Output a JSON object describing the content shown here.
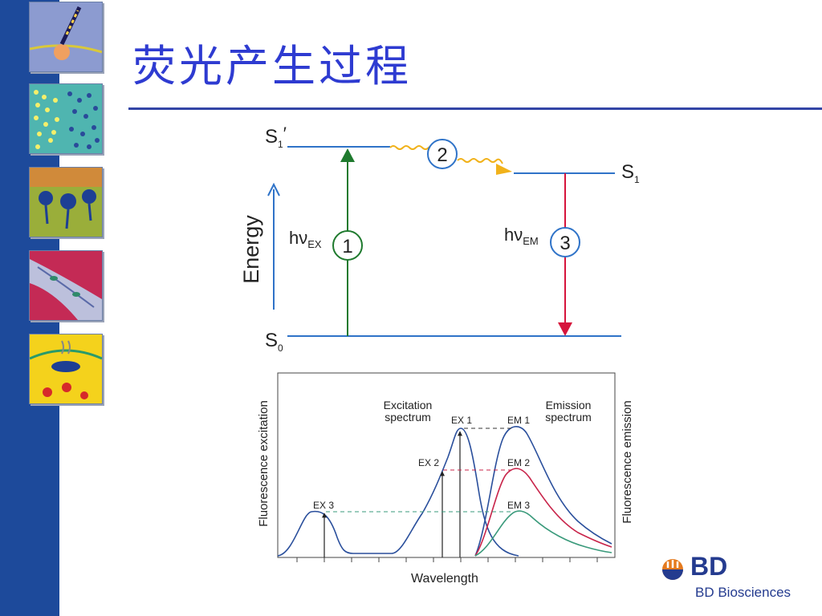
{
  "title": "荧光产生过程",
  "colors": {
    "title": "#2e3bd1",
    "sidebar": "#1d4a9b",
    "level_line": "#2f73c8",
    "excitation_arrow": "#1f7a2e",
    "emission_arrow": "#d6143c",
    "vibration_wave": "#f1b21b",
    "spectrum_blue": "#2a4f9c",
    "spectrum_red": "#c8244a",
    "spectrum_green": "#3a9a7b"
  },
  "jablonski": {
    "levels": {
      "s1_prime": "S",
      "s1_prime_sub": "1",
      "s1_prime_mark": "′",
      "s1": "S",
      "s1_sub": "1",
      "s0": "S",
      "s0_sub": "0"
    },
    "energy_label": "Energy",
    "steps": {
      "one": "1",
      "two": "2",
      "three": "3"
    },
    "hv_ex": "hν",
    "hv_ex_sub": "EX",
    "hv_em": "hν",
    "hv_em_sub": "EM"
  },
  "spectrum": {
    "y_left_label": "Fluorescence excitation",
    "y_right_label": "Fluorescence emission",
    "x_label": "Wavelength",
    "excitation_label_1": "Excitation",
    "excitation_label_2": "spectrum",
    "emission_label_1": "Emission",
    "emission_label_2": "spectrum",
    "ex1": "EX 1",
    "ex2": "EX 2",
    "ex3": "EX 3",
    "em1": "EM 1",
    "em2": "EM 2",
    "em3": "EM 3"
  },
  "brand": {
    "mark": "BD",
    "name": "BD Biosciences"
  }
}
